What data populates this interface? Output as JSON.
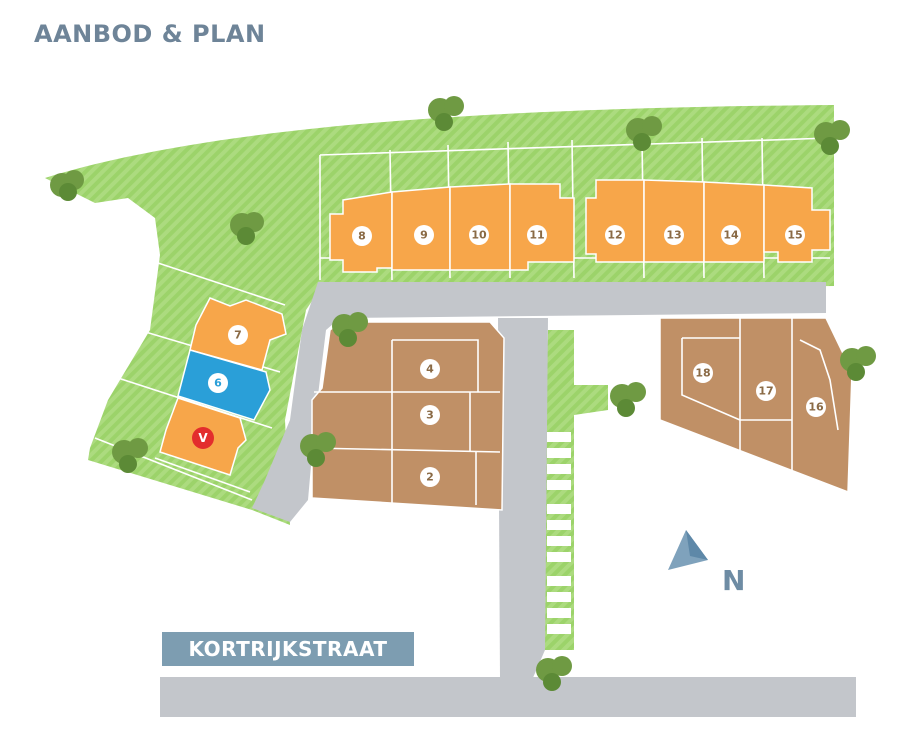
{
  "header": {
    "title": "AANBOD & PLAN"
  },
  "map": {
    "street_name": "KORTRIJKSTRAAT",
    "north_label": "N",
    "lots": [
      {
        "id": "8",
        "label": "8",
        "status": "available"
      },
      {
        "id": "9",
        "label": "9",
        "status": "available"
      },
      {
        "id": "10",
        "label": "10",
        "status": "available"
      },
      {
        "id": "11",
        "label": "11",
        "status": "available"
      },
      {
        "id": "12",
        "label": "12",
        "status": "available"
      },
      {
        "id": "13",
        "label": "13",
        "status": "available"
      },
      {
        "id": "14",
        "label": "14",
        "status": "available"
      },
      {
        "id": "15",
        "label": "15",
        "status": "available"
      },
      {
        "id": "7",
        "label": "7",
        "status": "available"
      },
      {
        "id": "6",
        "label": "6",
        "status": "selected"
      },
      {
        "id": "V",
        "label": "V",
        "status": "sold"
      },
      {
        "id": "4",
        "label": "4",
        "status": "other"
      },
      {
        "id": "3",
        "label": "3",
        "status": "other"
      },
      {
        "id": "2",
        "label": "2",
        "status": "other"
      },
      {
        "id": "18",
        "label": "18",
        "status": "other"
      },
      {
        "id": "17",
        "label": "17",
        "status": "other"
      },
      {
        "id": "16",
        "label": "16",
        "status": "other"
      }
    ]
  },
  "colors": {
    "title": "#6e8498",
    "grass": "#9cd36a",
    "grass_stripe": "#b3df88",
    "available": "#f7a64a",
    "selected": "#2a9fd8",
    "other": "#c09066",
    "road": "#c3c6cb",
    "street_sign": "#7d9db1",
    "sold_marker": "#e32d2d",
    "tree": "#6f9a43",
    "tree_dark": "#5c8a36",
    "compass": "#7fa2bc"
  }
}
